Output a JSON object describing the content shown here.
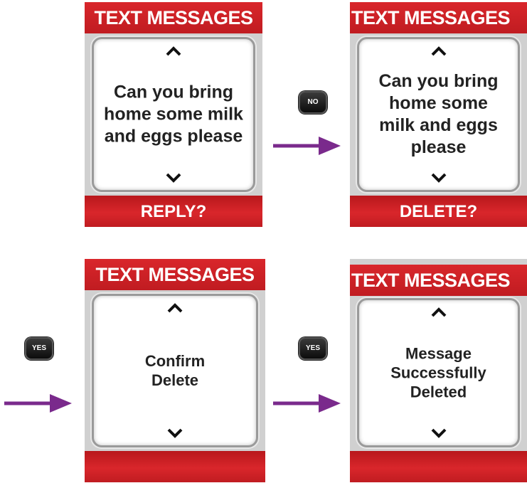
{
  "colors": {
    "accent_red": "#d9262b",
    "arrow_purple": "#7a2a8c"
  },
  "steps": [
    {
      "header": "TEXT MESSAGES",
      "message": "Can you bring home some milk and eggs please",
      "footer": "REPLY?"
    },
    {
      "header": "TEXT MESSAGES",
      "message": "Can you bring home some milk and eggs please",
      "footer": "DELETE?"
    },
    {
      "header": "TEXT MESSAGES",
      "message": "Confirm Delete",
      "footer": ""
    },
    {
      "header": "TEXT MESSAGES",
      "message": "Message Successfully Deleted",
      "footer": ""
    }
  ],
  "keys": {
    "no": "NO",
    "yes": "YES"
  },
  "icons": {
    "scroll_up": "chevron-up-icon",
    "scroll_down": "chevron-down-icon",
    "transition": "arrow-right-icon"
  }
}
